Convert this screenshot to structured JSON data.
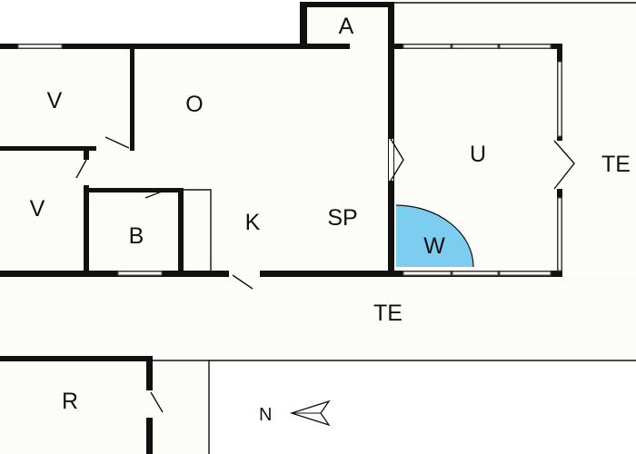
{
  "rooms": {
    "a": "A",
    "o": "O",
    "v_top": "V",
    "v_bottom": "V",
    "b": "B",
    "k": "K",
    "sp": "SP",
    "u": "U",
    "w": "W",
    "te_right": "TE",
    "te_bottom": "TE",
    "r": "R"
  },
  "compass": {
    "label": "N"
  },
  "colors": {
    "wall": "#111111",
    "floor": "#fcfcf8",
    "outdoor": "#ffffff",
    "wellness": "#7ccdf0"
  },
  "icons": {
    "compass": "north-arrow-icon"
  }
}
